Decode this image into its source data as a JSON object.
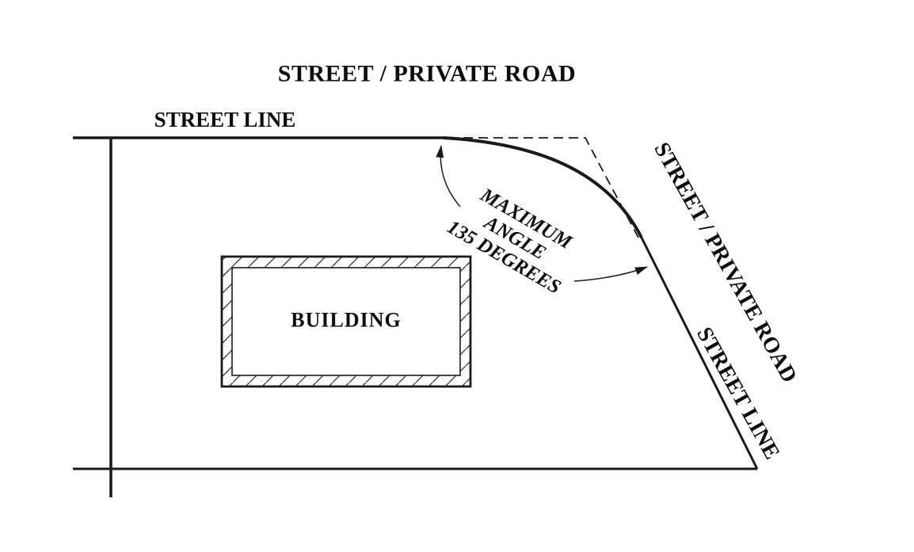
{
  "diagram": {
    "title": "STREET / PRIVATE ROAD",
    "street_line_top_label": "STREET LINE",
    "building_label": "BUILDING",
    "max_angle_annotation": {
      "line1": "MAXIMUM",
      "line2": "ANGLE",
      "line3": "135 DEGREES"
    },
    "street_private_road_right_label": "STREET / PRIVATE ROAD",
    "street_line_right_label": "STREET LINE",
    "colors": {
      "line": "#1a1a1a",
      "text": "#0d0d0d",
      "background": "#ffffff"
    }
  }
}
